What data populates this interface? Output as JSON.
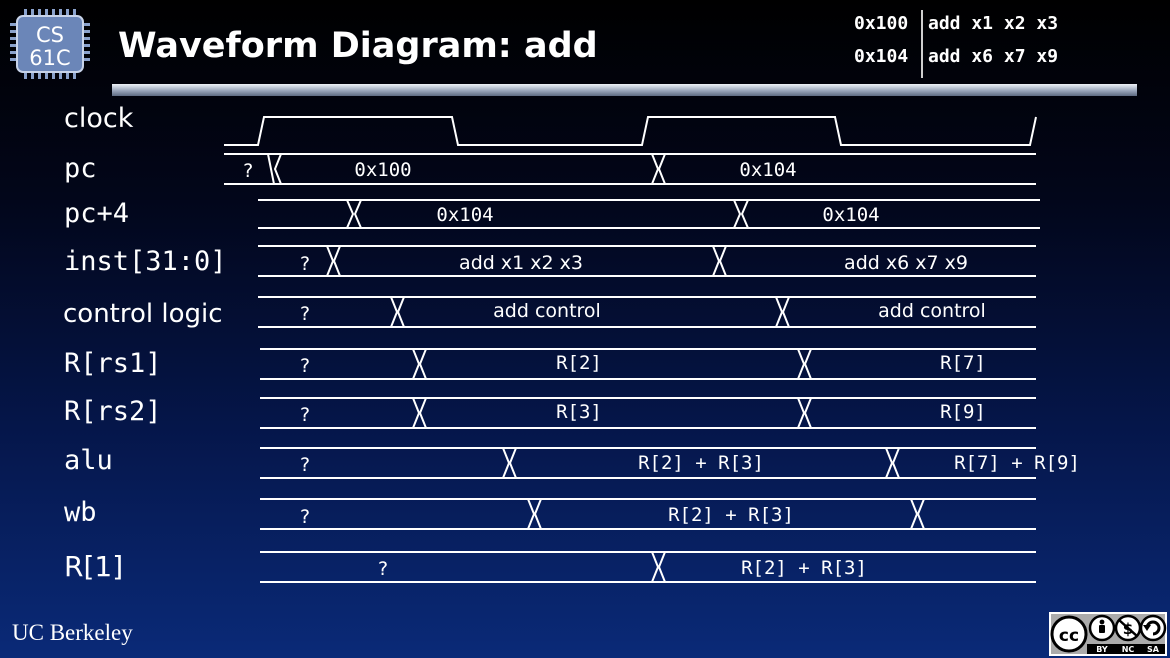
{
  "header": {
    "logo_text_top": "CS",
    "logo_text_bottom": "61C",
    "title": "Waveform Diagram: add",
    "code": [
      {
        "addr": "0x100",
        "inst": "add x1 x2 x3"
      },
      {
        "addr": "0x104",
        "inst": "add x6 x7 x9"
      }
    ]
  },
  "diagram": {
    "clock_label": "clock",
    "signals": [
      {
        "label": "pc",
        "segments": [
          "?",
          "0x100",
          "0x104"
        ]
      },
      {
        "label": "pc+4",
        "segments": [
          "",
          "0x104",
          "0x104"
        ]
      },
      {
        "label": "inst[31:0]",
        "segments": [
          "?",
          "add x1 x2 x3",
          "add x6 x7 x9"
        ]
      },
      {
        "label": "control logic",
        "segments": [
          "?",
          "add control",
          "add control"
        ]
      },
      {
        "label": "R[rs1]",
        "segments": [
          "?",
          "R[2]",
          "R[7]"
        ]
      },
      {
        "label": "R[rs2]",
        "segments": [
          "?",
          "R[3]",
          "R[9]"
        ]
      },
      {
        "label": "alu",
        "segments": [
          "?",
          "R[2] + R[3]",
          "R[7] + R[9]"
        ]
      },
      {
        "label": "wb",
        "segments": [
          "?",
          "R[2] + R[3]",
          ""
        ]
      },
      {
        "label": "R[1]",
        "segments": [
          "?",
          "R[2] + R[3]"
        ]
      }
    ]
  },
  "footer": {
    "institution": "UC Berkeley",
    "license_icons": [
      "cc-icon",
      "by-icon",
      "nc-icon",
      "sa-icon"
    ],
    "license_tags": [
      "BY",
      "NC",
      "SA"
    ]
  },
  "colors": {
    "background_top": "#000000",
    "background_bottom": "#0a2a78",
    "logo_fill": "#6b86b8",
    "wave_line": "#ffffff"
  }
}
